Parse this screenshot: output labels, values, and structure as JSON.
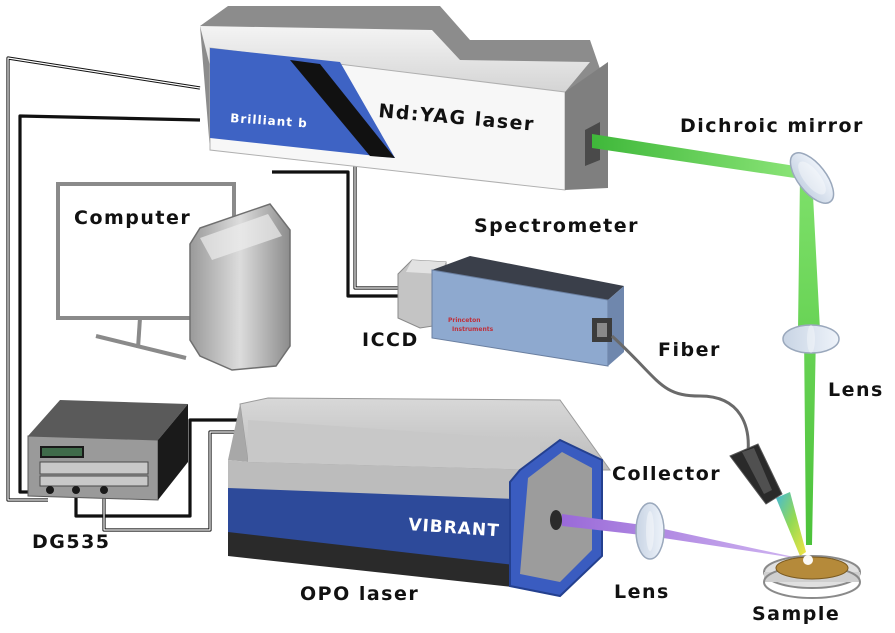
{
  "labels": {
    "ndyag": "Nd:YAG laser",
    "brilliant": "Brilliant b",
    "dichroic": "Dichroic mirror",
    "computer": "Computer",
    "spectrometer": "Spectrometer",
    "iccd": "ICCD",
    "fiber": "Fiber",
    "lens_top": "Lens",
    "collector": "Collector",
    "vibrant": "VIBRANT",
    "dg535": "DG535",
    "opo": "OPO laser",
    "lens_bottom": "Lens",
    "sample": "Sample",
    "spectrometer_brand_1": "Princeton",
    "spectrometer_brand_2": "Instruments"
  },
  "colors": {
    "green_beam": "#5fd14a",
    "violet_beam": "#b58ee6",
    "opo_blue": "#2d4a9a",
    "yag_blue": "#3e63c4",
    "spectrometer_blue": "#8ea9cf",
    "sample_gold": "#b58a3a"
  }
}
